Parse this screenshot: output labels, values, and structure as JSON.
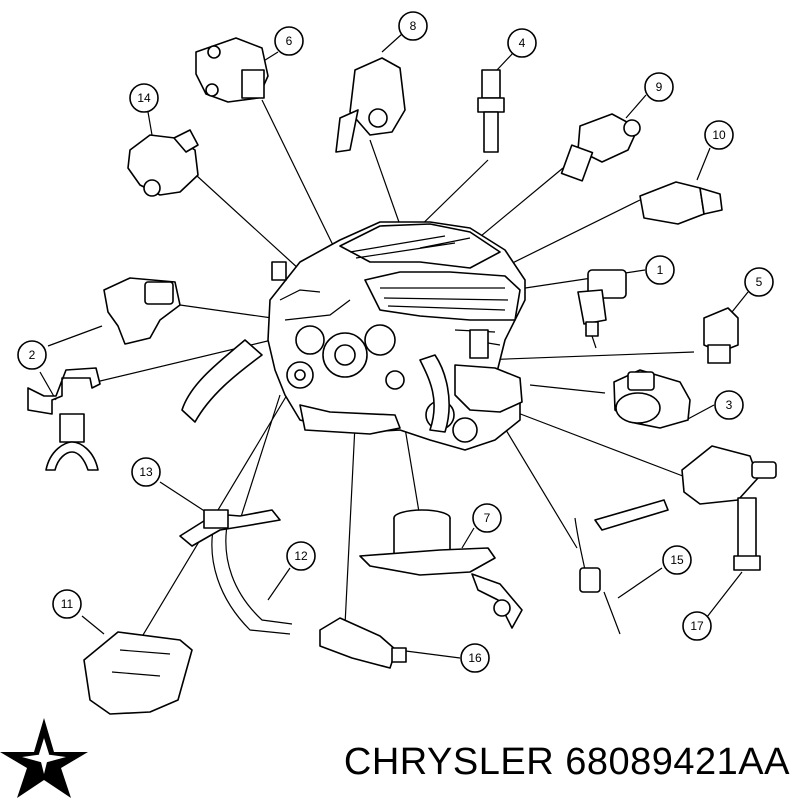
{
  "callouts": [
    {
      "n": "1"
    },
    {
      "n": "2"
    },
    {
      "n": "3"
    },
    {
      "n": "4"
    },
    {
      "n": "5"
    },
    {
      "n": "6"
    },
    {
      "n": "7"
    },
    {
      "n": "8"
    },
    {
      "n": "9"
    },
    {
      "n": "10"
    },
    {
      "n": "11"
    },
    {
      "n": "12"
    },
    {
      "n": "13"
    },
    {
      "n": "14"
    },
    {
      "n": "15"
    },
    {
      "n": "16"
    },
    {
      "n": "17"
    }
  ],
  "caption": {
    "brand": "CHRYSLER",
    "part_number": "68089421AA"
  },
  "logo": {
    "name": "pentastar-logo",
    "color": "#000000"
  }
}
